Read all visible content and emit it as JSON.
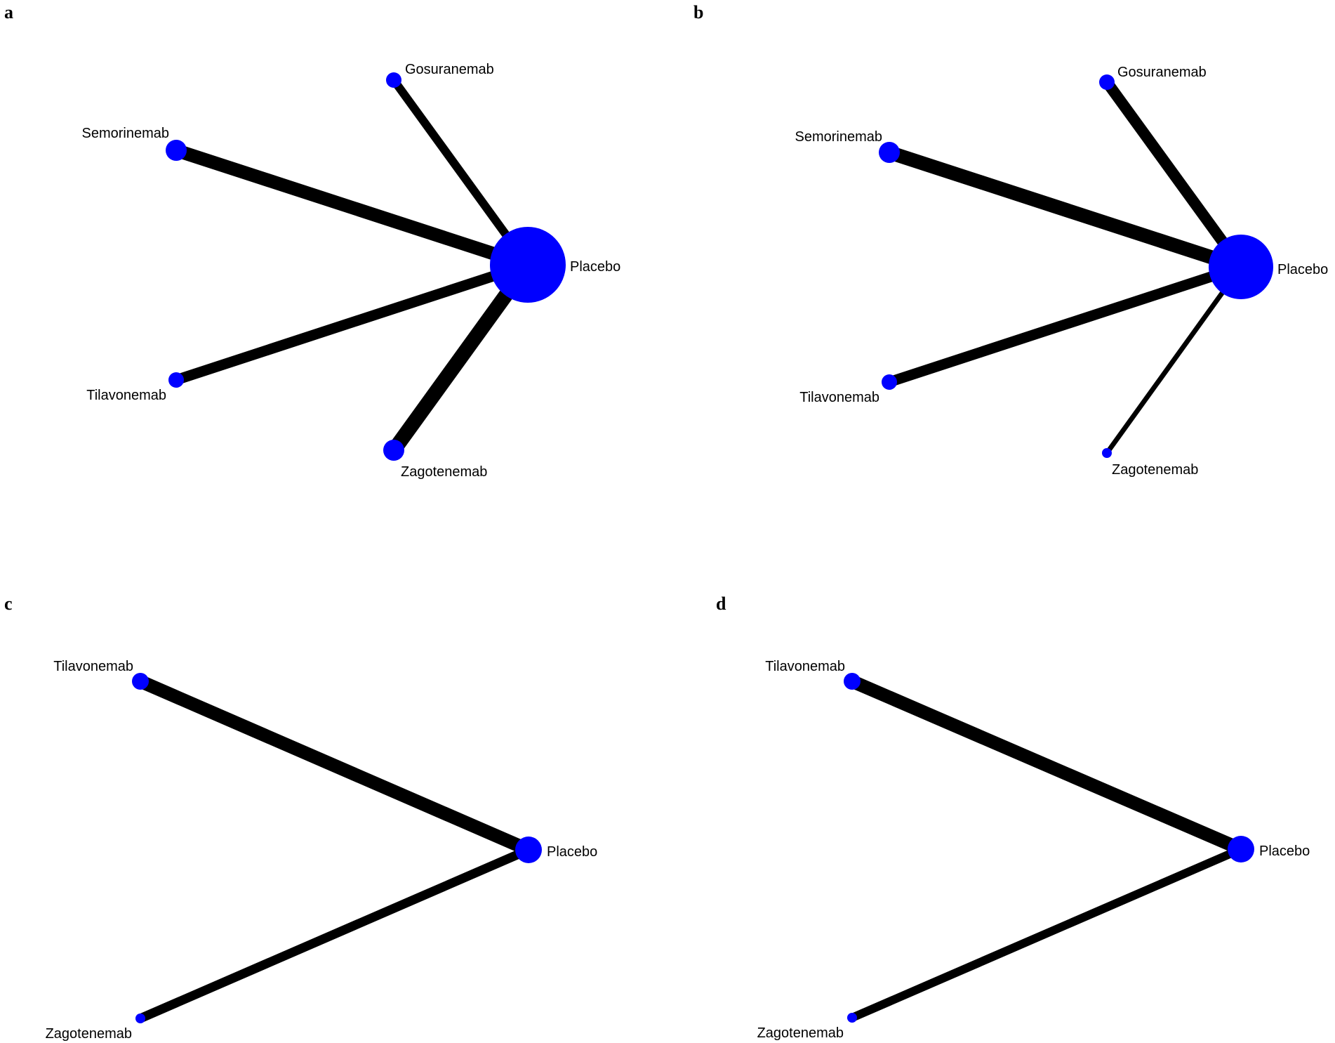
{
  "colors": {
    "node": "#0000ff",
    "edge": "#000000",
    "background": "#ffffff"
  },
  "panels": [
    {
      "letter": "a",
      "nodes": [
        {
          "id": "gos",
          "label": "Gosuranemab"
        },
        {
          "id": "sem",
          "label": "Semorinemab"
        },
        {
          "id": "pla",
          "label": "Placebo"
        },
        {
          "id": "til",
          "label": "Tilavonemab"
        },
        {
          "id": "zag",
          "label": "Zagotenemab"
        }
      ],
      "edges": [
        {
          "from": "pla",
          "to": "gos"
        },
        {
          "from": "pla",
          "to": "sem"
        },
        {
          "from": "pla",
          "to": "til"
        },
        {
          "from": "pla",
          "to": "zag"
        }
      ]
    },
    {
      "letter": "b",
      "nodes": [
        {
          "id": "gos",
          "label": "Gosuranemab"
        },
        {
          "id": "sem",
          "label": "Semorinemab"
        },
        {
          "id": "pla",
          "label": "Placebo"
        },
        {
          "id": "til",
          "label": "Tilavonemab"
        },
        {
          "id": "zag",
          "label": "Zagotenemab"
        }
      ],
      "edges": [
        {
          "from": "pla",
          "to": "gos"
        },
        {
          "from": "pla",
          "to": "sem"
        },
        {
          "from": "pla",
          "to": "til"
        },
        {
          "from": "pla",
          "to": "zag"
        }
      ]
    },
    {
      "letter": "c",
      "nodes": [
        {
          "id": "til",
          "label": "Tilavonemab"
        },
        {
          "id": "pla",
          "label": "Placebo"
        },
        {
          "id": "zag",
          "label": "Zagotenemab"
        }
      ],
      "edges": [
        {
          "from": "pla",
          "to": "til"
        },
        {
          "from": "pla",
          "to": "zag"
        }
      ]
    },
    {
      "letter": "d",
      "nodes": [
        {
          "id": "til",
          "label": "Tilavonemab"
        },
        {
          "id": "pla",
          "label": "Placebo"
        },
        {
          "id": "zag",
          "label": "Zagotenemab"
        }
      ],
      "edges": [
        {
          "from": "pla",
          "to": "til"
        },
        {
          "from": "pla",
          "to": "zag"
        }
      ]
    }
  ]
}
